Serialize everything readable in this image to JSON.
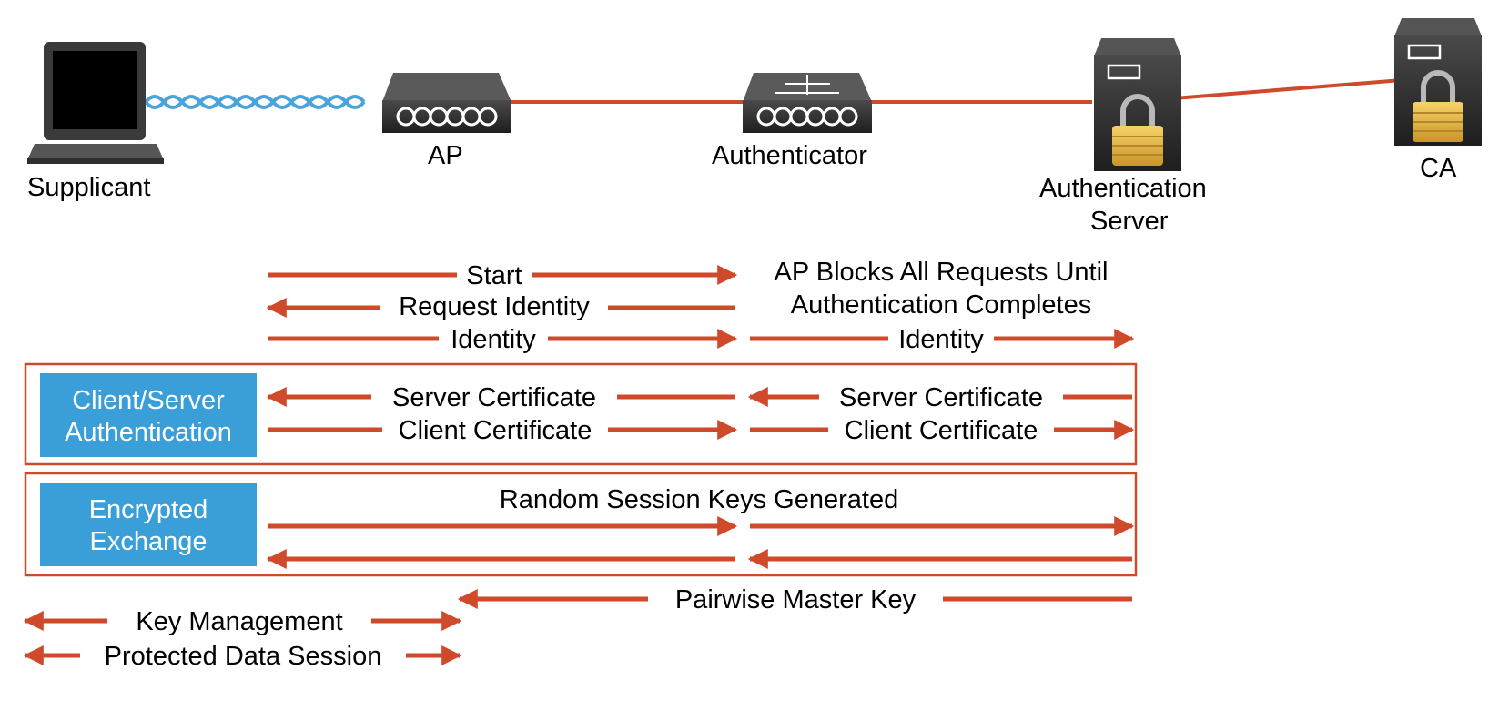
{
  "colors": {
    "arrow": "#cf4a2a",
    "link": "#cf4a2a",
    "phase_box_border": "#cf4a2a",
    "phase_badge": "#3a9fd9",
    "wireless": "#4aa3d9",
    "device_body": "#2b2b2b",
    "lock": "#e2b43c"
  },
  "nodes": {
    "supplicant": "Supplicant",
    "ap": "AP",
    "authenticator": "Authenticator",
    "auth_server_line1": "Authentication",
    "auth_server_line2": "Server",
    "ca": "CA"
  },
  "messages": {
    "start": "Start",
    "ap_blocks_line1": "AP Blocks All Requests Until",
    "ap_blocks_line2": "Authentication Completes",
    "request_identity": "Request Identity",
    "identity_left": "Identity",
    "identity_right": "Identity",
    "server_cert_left": "Server Certificate",
    "server_cert_right": "Server Certificate",
    "client_cert_left": "Client Certificate",
    "client_cert_right": "Client Certificate",
    "random_keys": "Random Session Keys Generated",
    "pmk": "Pairwise Master Key",
    "key_mgmt": "Key Management",
    "protected_session": "Protected Data Session"
  },
  "phases": {
    "client_server_line1": "Client/Server",
    "client_server_line2": "Authentication",
    "encrypted_line1": "Encrypted",
    "encrypted_line2": "Exchange"
  }
}
